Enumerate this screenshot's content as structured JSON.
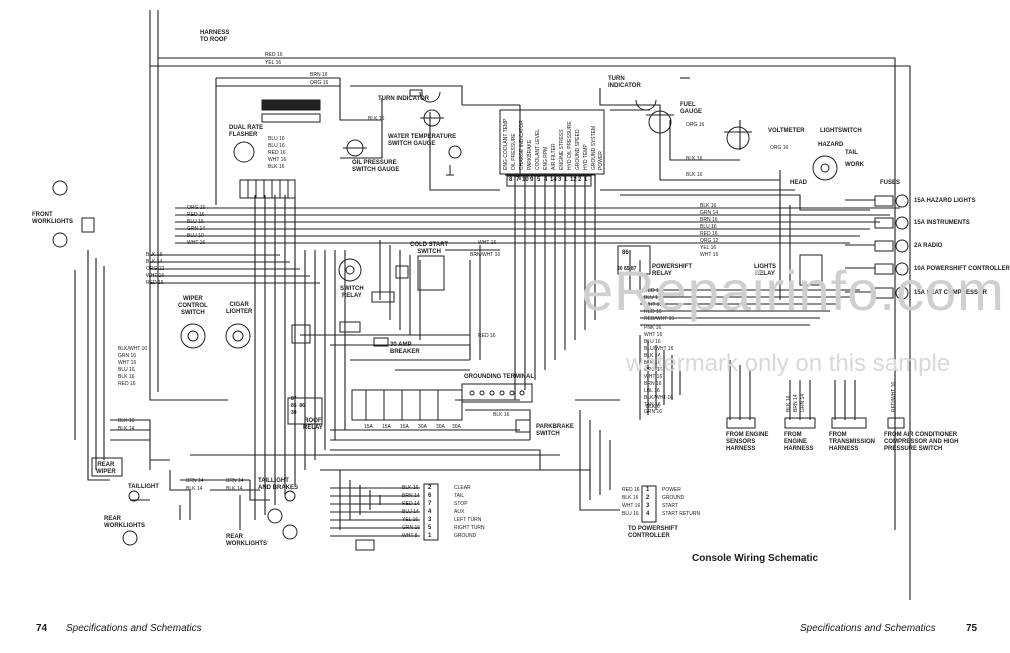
{
  "watermark": {
    "site": "eRepairinfo.com",
    "note": "watermark only on this sample"
  },
  "title": "Console Wiring Schematic",
  "footer": {
    "left_page": "74",
    "left_text": "Specifications and Schematics",
    "right_text": "Specifications and Schematics",
    "right_page": "75"
  },
  "labels": {
    "harness_to_roof": "HARNESS\nTO ROOF",
    "turn_indicator_left": "TURN INDICATOR",
    "turn_indicator_right": "TURN\nINDICATOR",
    "dual_rate_flasher": "DUAL RATE\nFLASHER",
    "water_temp": "WATER TEMPERATURE\nSWITCH GAUGE",
    "oil_pressure": "OIL PRESSURE\nSWITCH GAUGE",
    "fuel_gauge": "FUEL\nGAUGE",
    "voltmeter": "VOLTMETER",
    "lightswitch": "LIGHTSWITCH",
    "hazard": "HAZARD",
    "tail": "TAIL",
    "work": "WORK",
    "head": "HEAD",
    "fuses": "FUSES",
    "front_worklights": "FRONT\nWORKLIGHTS",
    "cold_start": "COLD START\nSWITCH",
    "switch_relay": "SWITCH\nRELAY",
    "powershift_relay": "POWERSHIFT\nRELAY",
    "lights_relay": "LIGHTS\nRELAY",
    "wiper_switch": "WIPER\nCONTROL\nSWITCH",
    "cigar_lighter": "CIGAR\nLIGHTER",
    "breaker": "30 AMP\nBREAKER",
    "grounding_terminal": "GROUNDING TERMINAL",
    "roof_relay": "ROOF\nRELAY",
    "parkbrake": "PARKBRAKE\nSWITCH",
    "rear_wiper": "REAR\nWIPER",
    "taillight": "TAILLIGHT",
    "taillight_brakes": "TAILLIGHT\nAND BRAKES",
    "rear_worklights_l": "REAR\nWORKLIGHTS",
    "rear_worklights_r": "REAR\nWORKLIGHTS",
    "to_powershift": "TO POWERSHIFT\nCONTROLLER",
    "from_engine_sensors": "FROM ENGINE\nSENSORS\nHARNESS",
    "from_engine": "FROM\nENGINE\nHARNESS",
    "from_transmission": "FROM\nTRANSMISSION\nHARNESS",
    "from_ac": "FROM AIR CONDITIONER\nCOMPRESSOR AND HIGH\nPRESSURE SWITCH",
    "relay_86": "86",
    "relay_30_85_87": "30 85 87",
    "roof_relay_pins": "87\n85  86\n30"
  },
  "fuse_labels": [
    "15A HAZARD LIGHTS",
    "15A INSTRUMENTS",
    "2A RADIO",
    "10A POWERSHIFT CONTROLLER",
    "15A SEAT COMPRESSOR"
  ],
  "fuse_block": [
    "15A",
    "15A",
    "15A",
    "30A",
    "30A",
    "30A"
  ],
  "gauge_legend": [
    "ENG COOLANT TEMP",
    "OIL PRESSURE",
    "CHARGE INDICATOR",
    "PARKBRAKE",
    "COOLANT LEVEL",
    "ENG RPM",
    "AIR FILTER",
    "ENGINE STRESS",
    "HYD OIL PRESSURE",
    "GROUND SPEED",
    "HYD TEMP",
    "GROUND SYSTEM",
    "POWER"
  ],
  "connector_pins": [
    "8",
    "7",
    "10",
    "9",
    "5",
    "4",
    "14",
    "3",
    "1",
    "12",
    "2",
    "1"
  ],
  "wires": {
    "top_right": [
      "RED 16",
      "YEL 16"
    ],
    "flasher": [
      "BRN 16",
      "ORG 16"
    ],
    "flasher_out": [
      "BLU 16",
      "BLU 16",
      "RED 16",
      "WHT 16",
      "BLK 16"
    ],
    "flasher_black": "BLK 16",
    "fuel_right": [
      "ORG 16",
      "BLK 16",
      "BLK 16",
      "ORG 16"
    ],
    "left_bus": [
      "ORG 16",
      "RED 16",
      "BLU 16",
      "GRN 14",
      "BLU 10",
      "WHT 16"
    ],
    "left_mid": [
      "BLK 16",
      "BLK 14",
      "ORG 12",
      "WHT 16",
      "RED 16"
    ],
    "wiper_group": [
      "BLK/WHT 16",
      "GRN 16",
      "WHT 16",
      "BLU 16",
      "BLK 16",
      "RED 16"
    ],
    "cold_start": [
      "WHT 16",
      "BRN/WHT 16"
    ],
    "mid_red": "RED 16",
    "right_top": [
      "BLK 16",
      "GRN 14",
      "BRN 16",
      "BLU 16",
      "RED 16",
      "ORG 12",
      "YEL 16",
      "WHT 16"
    ],
    "right_mid": [
      "RED 16",
      "BLU 16",
      "WHT 16",
      "RED 16",
      "RED/WHT 16",
      "PNK 16",
      "WHT 16",
      "BLU 16",
      "BLU/WHT 16",
      "BLK 14",
      "BLK 16",
      "ORG 16",
      "WHT 16",
      "BRN 16",
      "LBL 16",
      "BLK/WHT 16",
      "TAN 16",
      "GRN 16"
    ],
    "right_blk6": "BLK 6",
    "vertical_right": [
      "BLK 16",
      "BRN 14",
      "GRN 14",
      "RED/WHT 16"
    ],
    "ground_term": "BLK 16",
    "rear_wiper": [
      "BLK 16",
      "BLK 14"
    ],
    "tail_mid": [
      "BRN 14",
      "BLK 14",
      "BRN 14",
      "BLK 14"
    ],
    "harness": [
      "BLK 16",
      "BRN 14",
      "RED 14",
      "BLU 14",
      "YEL 16",
      "GRN 16",
      "WHT 8"
    ],
    "harness_pins": [
      "2",
      "6",
      "7",
      "4",
      "3",
      "5",
      "1"
    ],
    "harness_fn": [
      "CLEAR",
      "TAIL",
      "STOP",
      "AUX",
      "LEFT TURN",
      "RIGHT TURN",
      "GROUND"
    ],
    "powershift": [
      "RED 16",
      "BLK 16",
      "WHT 16",
      "BLU 16"
    ],
    "powershift_pins": [
      "1",
      "2",
      "3",
      "4"
    ],
    "powershift_fn": [
      "POWER",
      "GROUND",
      "START",
      "START RETURN"
    ]
  }
}
